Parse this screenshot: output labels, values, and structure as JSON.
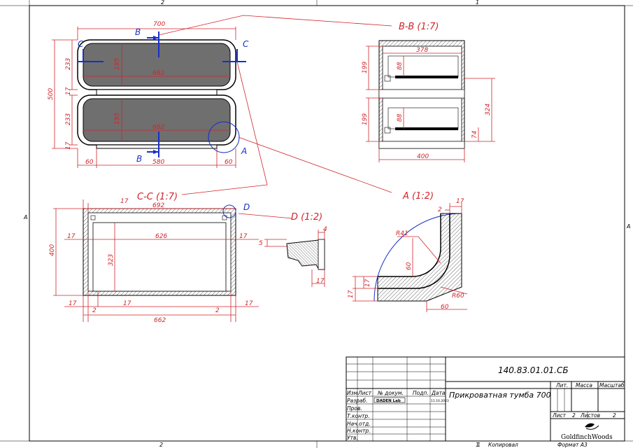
{
  "sheet": {
    "top_zone_2": "2",
    "top_zone_1": "1",
    "bottom_zone_2": "2",
    "bottom_zone_1": "1",
    "side_zone_left": "A",
    "side_zone_right": "A"
  },
  "views": {
    "bb_label": "B-B (1:7)",
    "cc_label": "C-C (1:7)",
    "a_label": "A (1:2)",
    "d_label": "D (1:2)",
    "section_b": "B",
    "section_c": "C",
    "detail_a": "A",
    "detail_d": "D"
  },
  "plan_dims": {
    "w700": "700",
    "h500": "500",
    "h233a": "233",
    "h17a": "17",
    "h233b": "233",
    "h17b": "17",
    "h195a": "195",
    "h195b": "195",
    "w662a": "662",
    "w662b": "662",
    "w60a": "60",
    "w580": "580",
    "w60b": "60"
  },
  "bb_dims": {
    "w378": "378",
    "h199a": "199",
    "h88a": "88",
    "h199b": "199",
    "h88b": "88",
    "h324": "324",
    "h74": "74",
    "w400": "400"
  },
  "cc_dims": {
    "w692": "692",
    "t17top": "17",
    "h400": "400",
    "l17": "17",
    "w626": "626",
    "r17": "17",
    "h323": "323",
    "b17l": "17",
    "b17m": "17",
    "b2l": "2",
    "b2r": "2",
    "b17r": "17",
    "w662": "662"
  },
  "d_dims": {
    "d4": "4",
    "d5": "5",
    "d17": "17"
  },
  "a_dims": {
    "a2": "2",
    "a17top": "17",
    "r41": "R41",
    "a60v": "60",
    "a17l": "17",
    "a17l2": "17",
    "r60": "R60",
    "a60h": "60"
  },
  "title_block": {
    "designation": "140.83.01.01.СБ",
    "title": "Прикроватная тумба 700",
    "h_izm": "Изм.",
    "h_list": "Лист",
    "h_doc": "№ докум.",
    "h_sign": "Подп.",
    "h_date": "Дата",
    "r_razrab": "Разраб.",
    "r_prov": "Пров.",
    "r_tkontr": "Т.контр.",
    "r_nachotd": "Нач.отд.",
    "r_nkontr": "Н.контр.",
    "r_utv": "Утв.",
    "company": "DADEN Lab",
    "date": "11.10.2023",
    "h_lit": "Лит.",
    "h_mass": "Масса",
    "h_scale": "Масштаб",
    "sheet_label": "Лист",
    "sheet_num": "2",
    "sheets_label": "Листов",
    "sheets_num": "2",
    "brand": "GoldfinchWoods",
    "copied": "Копировал",
    "format": "Формат А3",
    "footer_num": "1"
  }
}
